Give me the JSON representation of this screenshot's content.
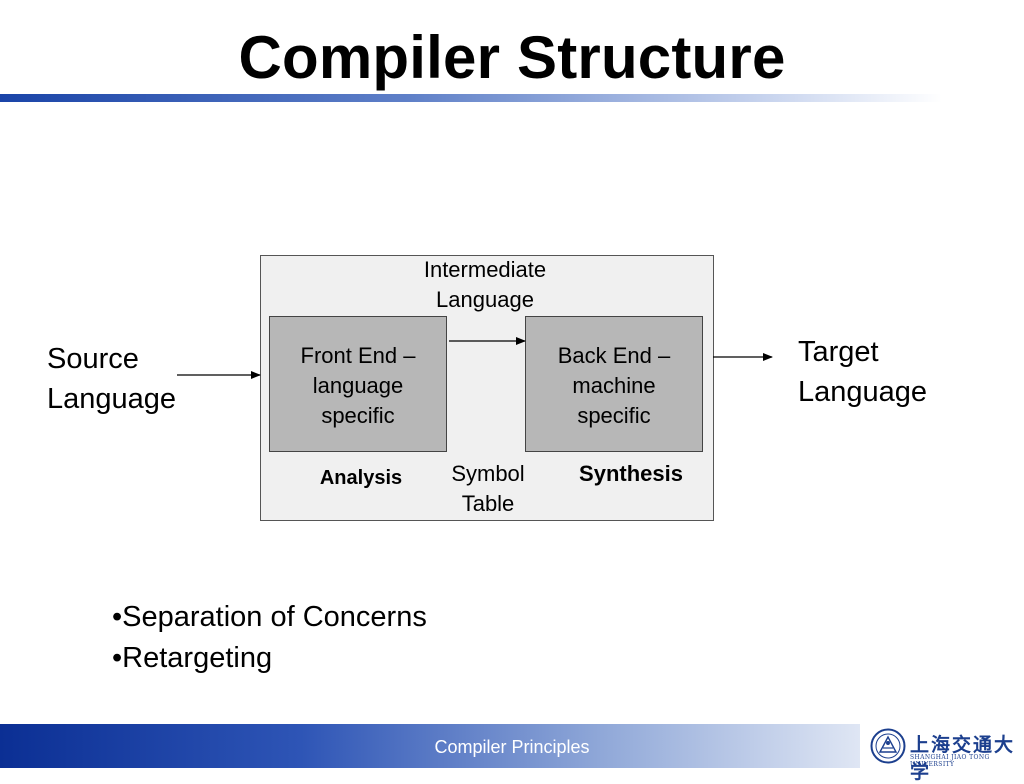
{
  "slide": {
    "title": "Compiler Structure",
    "footer_text": "Compiler Principles"
  },
  "diagram": {
    "source_language": [
      "Source",
      "Language"
    ],
    "target_language": [
      "Target",
      "Language"
    ],
    "intermediate_language": [
      "Intermediate",
      "Language"
    ],
    "front_end": [
      "Front End –",
      "language",
      "specific"
    ],
    "back_end": [
      "Back End –",
      "machine",
      "specific"
    ],
    "analysis": "Analysis",
    "synthesis": "Synthesis",
    "symbol_table": [
      "Symbol",
      "Table"
    ]
  },
  "bullets": [
    "•Separation of Concerns",
    "•Retargeting"
  ],
  "logo": {
    "name": "上海交通大学",
    "subtitle": "SHANGHAI JIAO TONG UNIVERSITY"
  },
  "colors": {
    "accent_blue": "#1a44a8",
    "box_fill": "#b7b7b7",
    "outer_box_fill": "#f0f0f0"
  }
}
